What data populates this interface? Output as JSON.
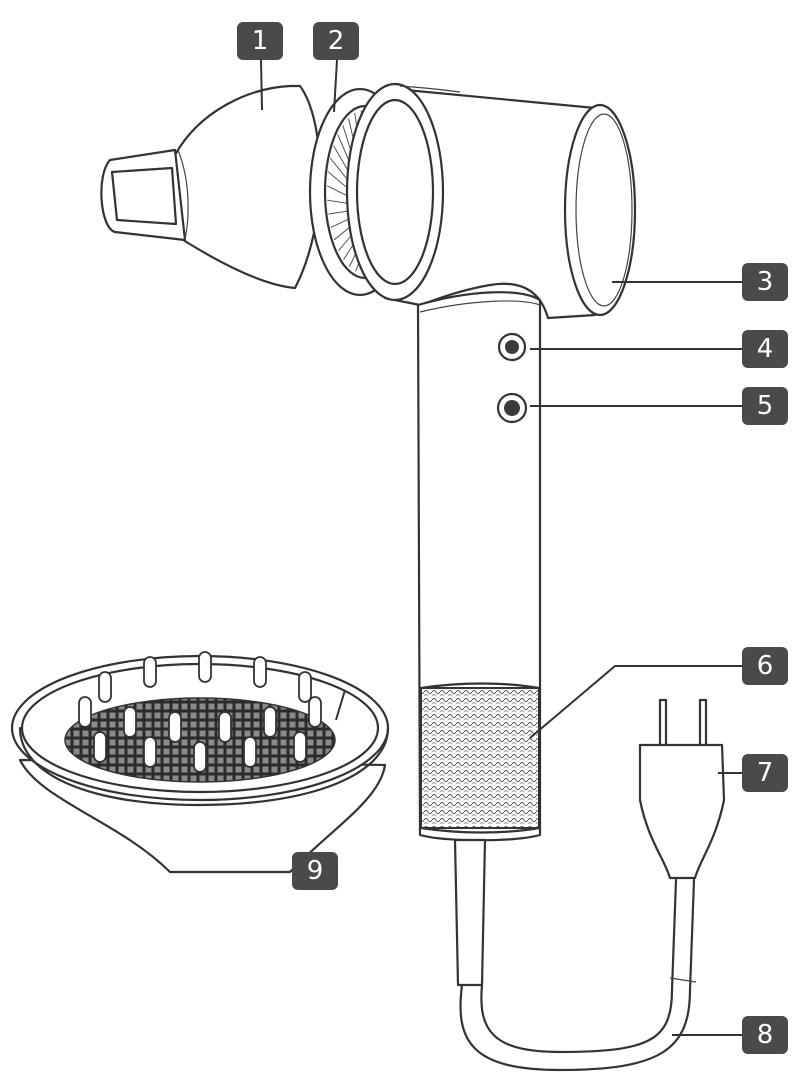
{
  "callouts": [
    {
      "id": "1",
      "label": "1"
    },
    {
      "id": "2",
      "label": "2"
    },
    {
      "id": "3",
      "label": "3"
    },
    {
      "id": "4",
      "label": "4"
    },
    {
      "id": "5",
      "label": "5"
    },
    {
      "id": "6",
      "label": "6"
    },
    {
      "id": "7",
      "label": "7"
    },
    {
      "id": "8",
      "label": "8"
    },
    {
      "id": "9",
      "label": "9"
    }
  ],
  "colors": {
    "badge": "#4a4a4a",
    "badge_text": "#ffffff",
    "line": "#333333"
  }
}
